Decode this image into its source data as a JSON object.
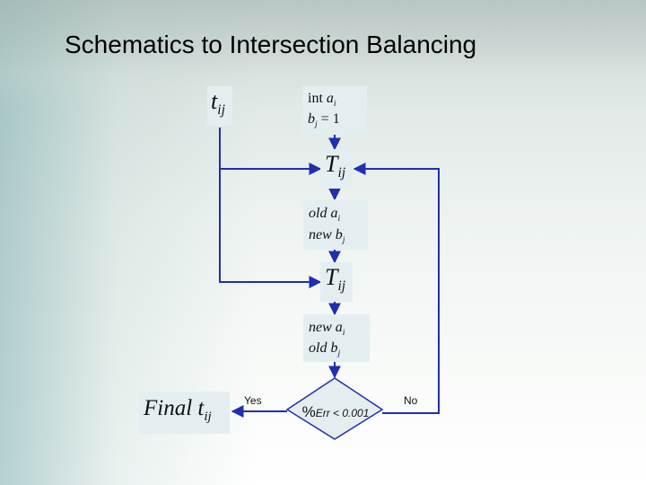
{
  "title": "Schematics to Intersection Balancing",
  "nodes": {
    "t_ij": {
      "main": "t",
      "sub": "ij"
    },
    "init": {
      "line1_op": "int",
      "line1_var": "a",
      "line1_sub": "i",
      "line2_var": "b",
      "line2_sub": "j",
      "line2_rest": "= 1"
    },
    "T_ij_1": {
      "main": "T",
      "sub": "ij"
    },
    "old_new": {
      "line1_word": "old",
      "line1_var": "a",
      "line1_sub": "i",
      "line2_word": "new",
      "line2_var": "b",
      "line2_sub": "j"
    },
    "T_ij_2": {
      "main": "T",
      "sub": "ij"
    },
    "new_old": {
      "line1_word": "new",
      "line1_var": "a",
      "line1_sub": "i",
      "line2_word": "old",
      "line2_var": "b",
      "line2_sub": "j"
    },
    "final": {
      "word": "Final",
      "main": "t",
      "sub": "ij"
    },
    "decision": {
      "pct": "%",
      "text": "Err < 0.001"
    }
  },
  "edges": {
    "yes_label": "Yes",
    "no_label": "No"
  },
  "colors": {
    "line": "#1f2fae",
    "box": "#e4eef0",
    "diamond_stroke": "#1f2fae"
  }
}
